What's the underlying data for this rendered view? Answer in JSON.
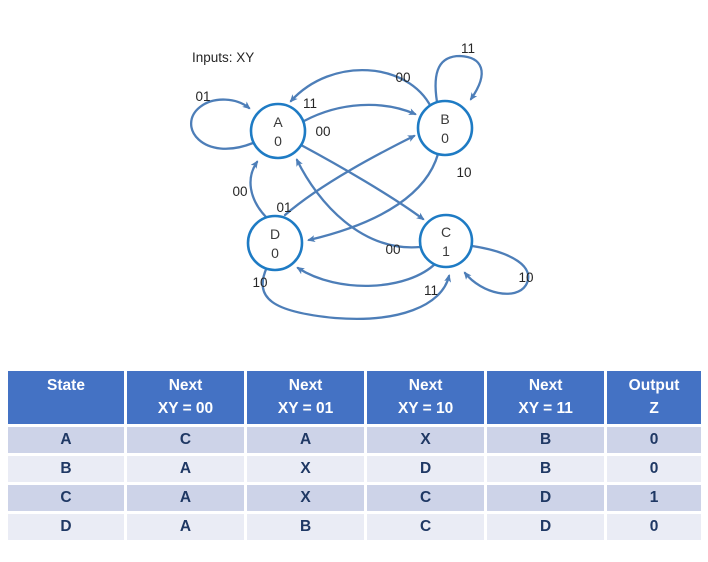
{
  "colors": {
    "table_header_bg": "#4472c4",
    "row_shade_dark": "#cdd3e8",
    "row_shade_light": "#eaecf5",
    "table_text": "#1f3864",
    "node_stroke": "#1e7bc4",
    "edge": "#4d7eb8",
    "header_text": "#ffffff",
    "label_text": "#262626"
  },
  "diagram": {
    "inputs_label": "Inputs: XY",
    "states": [
      {
        "name": "A",
        "output": "0"
      },
      {
        "name": "B",
        "output": "0"
      },
      {
        "name": "C",
        "output": "1"
      },
      {
        "name": "D",
        "output": "0"
      }
    ],
    "edge_labels": {
      "a_self_01": "01",
      "a_to_b_11": "11",
      "b_to_a_00": "00",
      "b_self_11": "11",
      "a_to_c_00": "00",
      "b_to_d_10": "10",
      "d_to_a_00": "00",
      "d_to_b_01": "01",
      "c_to_a_00": "00",
      "c_self_10": "10",
      "c_to_d_11": "11",
      "d_to_c_10": "10"
    }
  },
  "table": {
    "headers": [
      {
        "line1": "State",
        "line2": ""
      },
      {
        "line1": "Next",
        "line2": "XY = 00"
      },
      {
        "line1": "Next",
        "line2": "XY = 01"
      },
      {
        "line1": "Next",
        "line2": "XY = 10"
      },
      {
        "line1": "Next",
        "line2": "XY = 11"
      },
      {
        "line1": "Output",
        "line2": "Z"
      }
    ],
    "rows": [
      [
        "A",
        "C",
        "A",
        "X",
        "B",
        "0"
      ],
      [
        "B",
        "A",
        "X",
        "D",
        "B",
        "0"
      ],
      [
        "C",
        "A",
        "X",
        "C",
        "D",
        "1"
      ],
      [
        "D",
        "A",
        "B",
        "C",
        "D",
        "0"
      ]
    ]
  }
}
